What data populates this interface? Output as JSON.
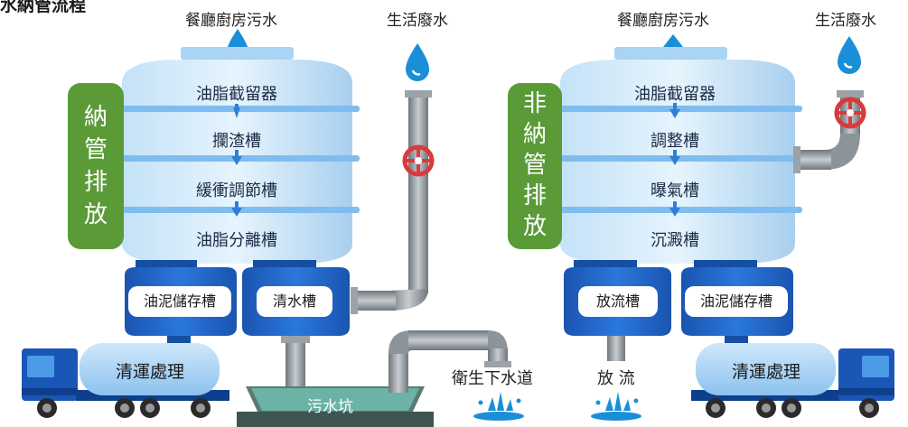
{
  "title": "水納管流程",
  "left": {
    "label_top_kitchen": "餐廳廚房污水",
    "label_top_domestic": "生活廢水",
    "side_label": "納\n管\n排\n放",
    "tank_stages": [
      "油脂截留器",
      "攔渣槽",
      "緩衝調節槽",
      "油脂分離槽"
    ],
    "sub_tanks": [
      "油泥儲存槽",
      "清水槽"
    ],
    "truck_label": "清運處理",
    "pit_label": "污水坑",
    "sewer_label": "衛生下水道"
  },
  "right": {
    "label_top_kitchen": "餐廳廚房污水",
    "label_top_domestic": "生活廢水",
    "side_label": "非\n納\n管\n排\n放",
    "tank_stages": [
      "油脂截留器",
      "調整槽",
      "曝氣槽",
      "沉澱槽"
    ],
    "sub_tanks": [
      "放流槽",
      "油泥儲存槽"
    ],
    "discharge_label": "放 流",
    "truck_label": "清運處理"
  },
  "colors": {
    "tank_light": "#d6ecfb",
    "tank_mid": "#a9d4f3",
    "tank_band": "#7fbdf0",
    "sub_tank": "#1e62c8",
    "sub_tank_dark": "#164ea3",
    "side_green": "#5a9a37",
    "pipe": "#8c9399",
    "valve": "#d93a3a",
    "drop": "#1a8fd8",
    "truck": "#1a56b8"
  }
}
